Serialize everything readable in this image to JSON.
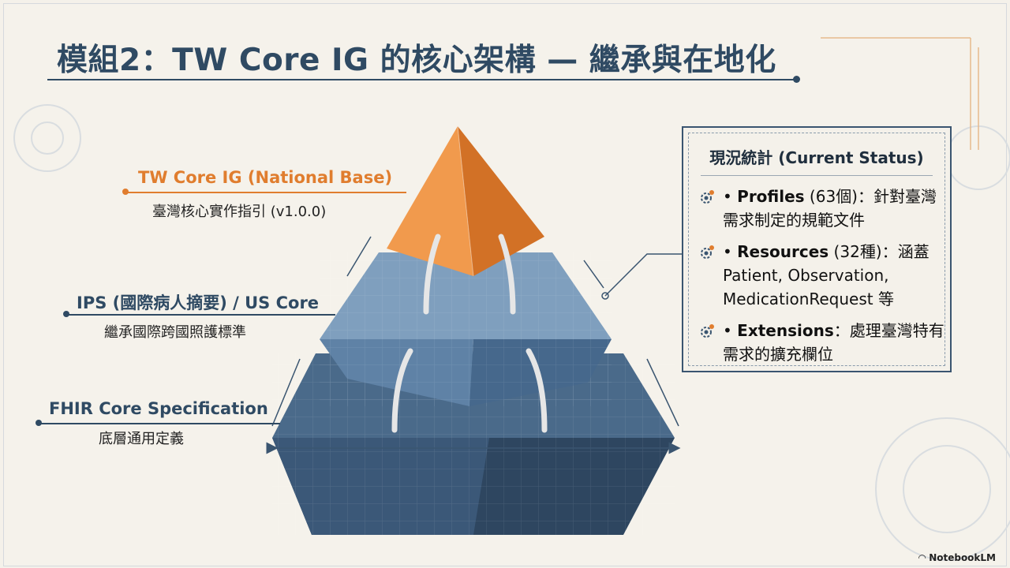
{
  "slide": {
    "title": "模組2：TW Core IG 的核心架構 — 繼承與在地化"
  },
  "layers": [
    {
      "title": "TW Core IG (National Base)",
      "subtitle": "臺灣核心實作指引 (v1.0.0)",
      "color": "#e07d2e"
    },
    {
      "title": "IPS (國際病人摘要) / US Core",
      "subtitle": "繼承國際跨國照護標準",
      "color": "#2f4a63"
    },
    {
      "title": "FHIR Core Specification",
      "subtitle": "底層通用定義",
      "color": "#2f4a63"
    }
  ],
  "status_panel": {
    "title": "現況統計 (Current Status)",
    "items": [
      {
        "icon": "gear-icon",
        "bullet": "•",
        "name": "Profiles",
        "count": " (63個)",
        "desc": "：針對臺灣需求制定的規範文件"
      },
      {
        "icon": "gear-icon",
        "bullet": "•",
        "name": "Resources",
        "count": " (32種)",
        "desc": "：涵蓋Patient, Observation, MedicationRequest 等"
      },
      {
        "icon": "gear-icon",
        "bullet": "•",
        "name": "Extensions",
        "count": "",
        "desc": "：處理臺灣特有需求的擴充欄位"
      }
    ]
  },
  "brand": {
    "name": "NotebookLM"
  },
  "colors": {
    "navy": "#2f4a63",
    "orange": "#e07d2e",
    "background": "#f4f1ea"
  }
}
